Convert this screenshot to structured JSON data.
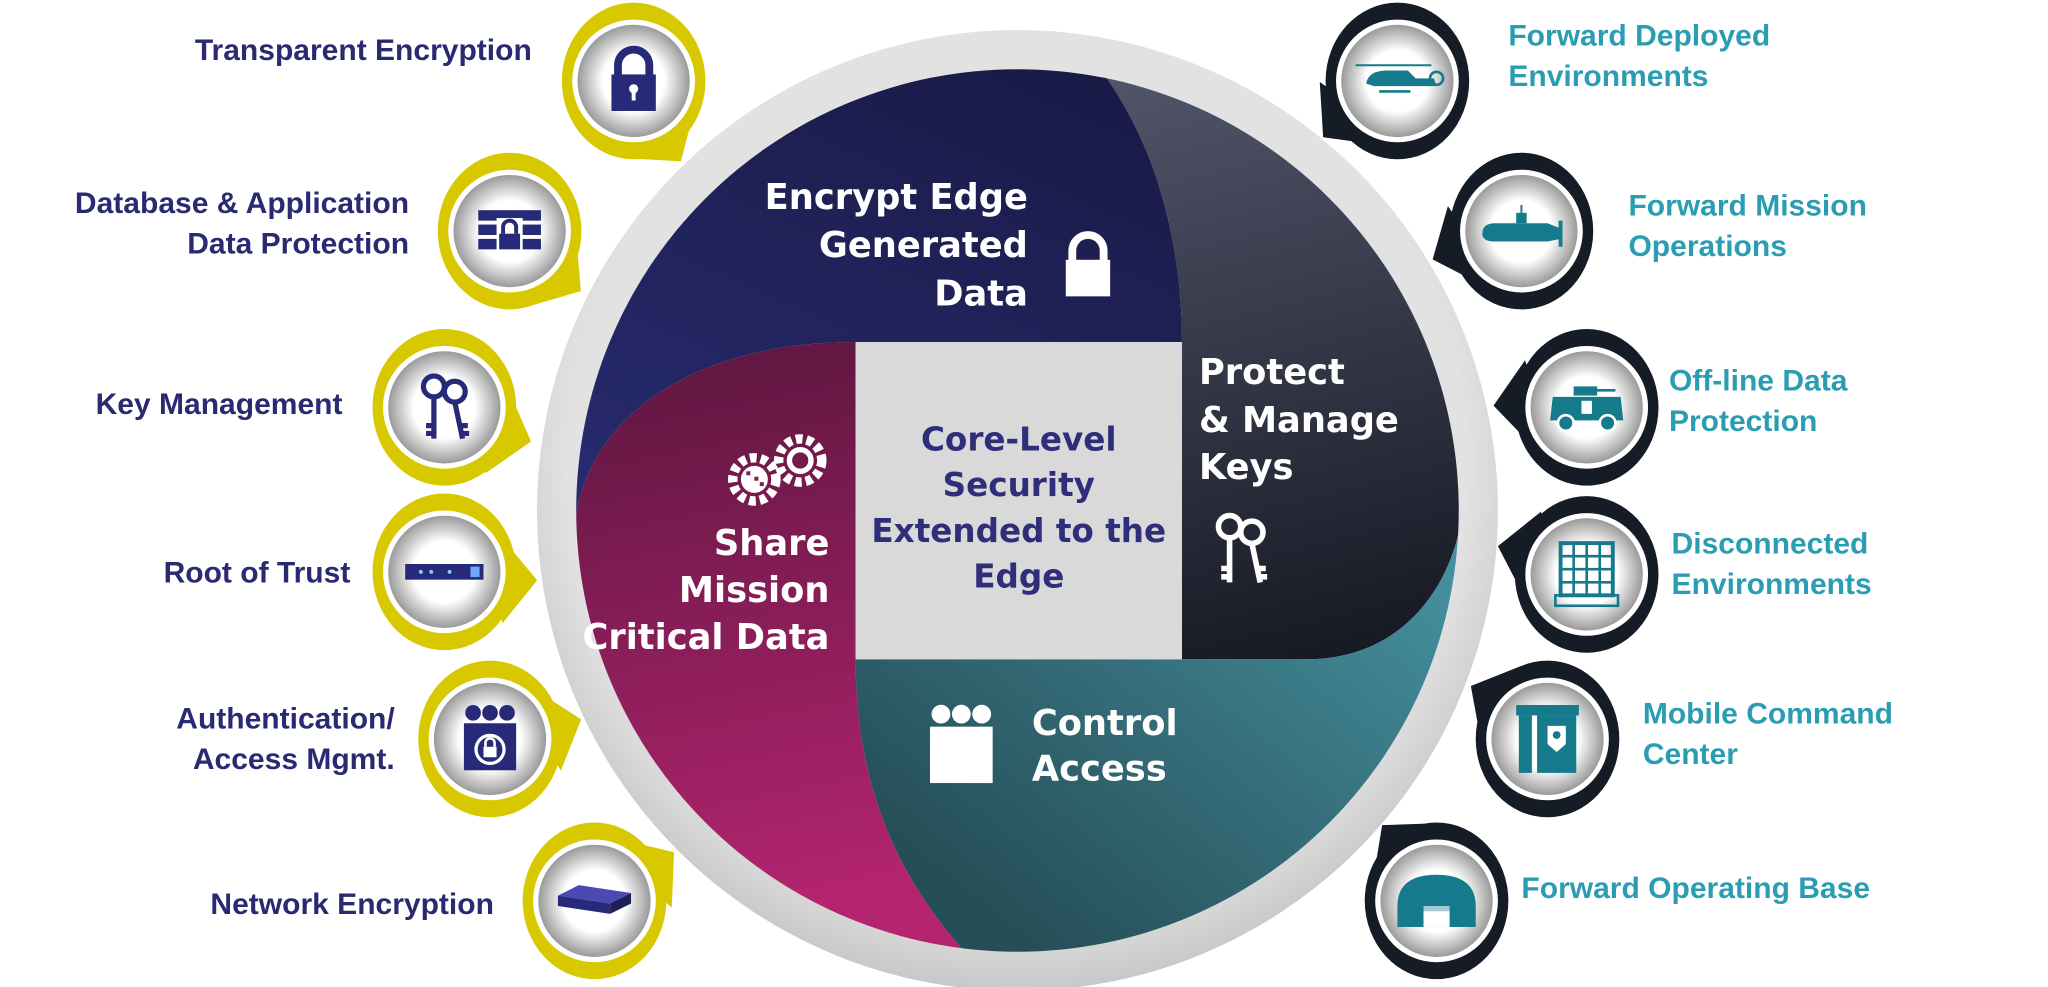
{
  "colors": {
    "left_accent": "#d8c800",
    "right_ring": "#151c26",
    "left_text": "#2a2a72",
    "right_text": "#2b9db2",
    "navy": "#2a2a6e",
    "slate": "#3c4055",
    "teal": "#3f8f9c",
    "magenta": "#8c1f5e",
    "center": "#d9d9d9"
  },
  "center": {
    "lines": [
      "Core-Level",
      "Security",
      "Extended to the",
      "Edge"
    ]
  },
  "quadrants": {
    "encrypt": {
      "lines": [
        "Encrypt Edge",
        "Generated",
        "Data"
      ],
      "icon": "padlock-icon"
    },
    "protect": {
      "lines": [
        "Protect",
        "& Manage",
        "Keys"
      ],
      "icon": "keys-icon"
    },
    "share": {
      "lines": [
        "Share",
        "Mission",
        "Critical Data"
      ],
      "icon": "gears-icon"
    },
    "control": {
      "lines": [
        "Control",
        "Access"
      ],
      "icon": "people-lock-icon"
    }
  },
  "left_items": [
    {
      "lines": [
        "Transparent Encryption"
      ],
      "icon": "padlock-icon"
    },
    {
      "lines": [
        "Database & Application",
        "Data Protection"
      ],
      "icon": "database-lock-icon"
    },
    {
      "lines": [
        "Key Management"
      ],
      "icon": "keys-icon"
    },
    {
      "lines": [
        "Root of Trust"
      ],
      "icon": "hardware-module-icon"
    },
    {
      "lines": [
        "Authentication/",
        "Access Mgmt."
      ],
      "icon": "people-lock-icon"
    },
    {
      "lines": [
        "Network Encryption"
      ],
      "icon": "network-appliance-icon"
    }
  ],
  "right_items": [
    {
      "lines": [
        "Forward Deployed",
        "Environments"
      ],
      "icon": "helicopter-icon"
    },
    {
      "lines": [
        "Forward Mission",
        "Operations"
      ],
      "icon": "submarine-icon"
    },
    {
      "lines": [
        "Off-line Data",
        "Protection"
      ],
      "icon": "armored-vehicle-icon"
    },
    {
      "lines": [
        "Disconnected",
        "Environments"
      ],
      "icon": "building-icon"
    },
    {
      "lines": [
        "Mobile Command",
        "Center"
      ],
      "icon": "command-center-icon"
    },
    {
      "lines": [
        "Forward Operating Base"
      ],
      "icon": "hangar-icon"
    }
  ]
}
